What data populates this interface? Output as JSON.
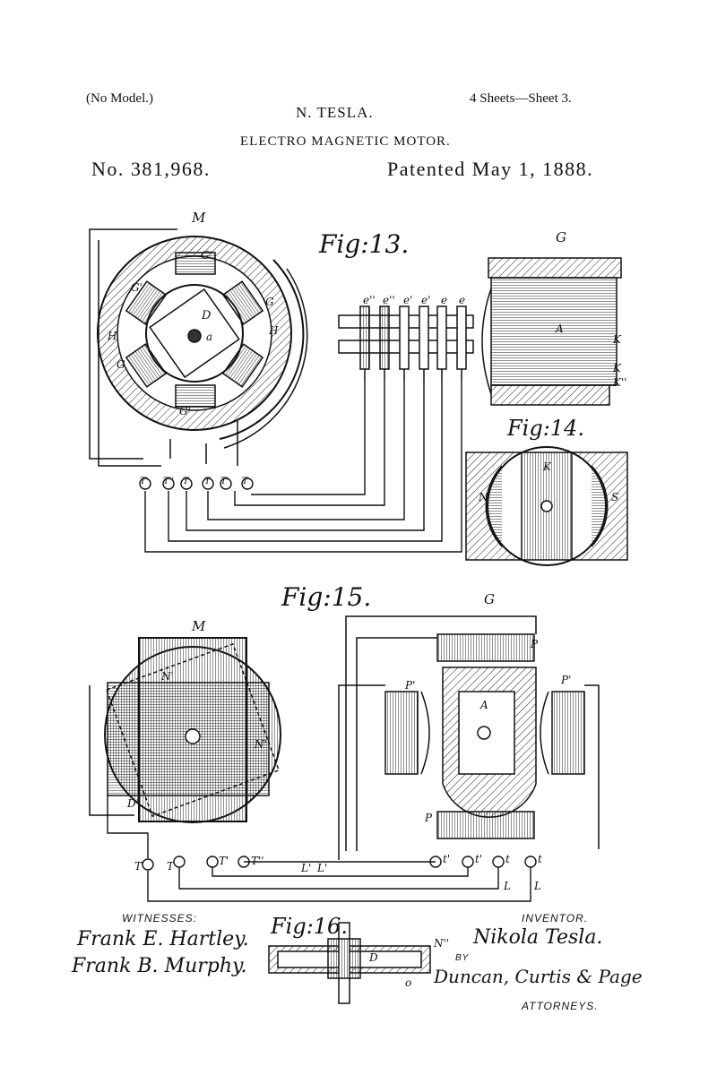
{
  "header": {
    "no_model": "(No Model.)",
    "sheets": "4 Sheets—Sheet 3.",
    "inventor_name": "N. TESLA.",
    "title": "ELECTRO MAGNETIC MOTOR.",
    "patent_no": "No. 381,968.",
    "patented": "Patented May 1, 1888."
  },
  "figures": {
    "fig13": "Fig:13.",
    "fig14": "Fig:14.",
    "fig15": "Fig:15.",
    "fig16": "Fig:16."
  },
  "labels": {
    "M": "M",
    "G": "G",
    "D": "D",
    "a": "a",
    "A": "A",
    "K": "K",
    "K2": "K",
    "K3": "K''",
    "G1": "G'",
    "G2": "G",
    "H": "H",
    "e": "e",
    "e1": "e'",
    "e2": "e''",
    "N": "N",
    "S": "S",
    "N1": "N'",
    "N2": "N''",
    "D1": "D'",
    "P": "P",
    "P1": "P'",
    "T": "T",
    "T1": "T'",
    "T2": "T''",
    "t": "t",
    "t1": "t'",
    "L": "L",
    "L1": "L'",
    "o": "o"
  },
  "footer": {
    "witnesses_caption": "WITNESSES:",
    "witness_1": "Frank E. Hartley.",
    "witness_2": "Frank B. Murphy.",
    "inventor_caption": "INVENTOR.",
    "inventor_signature": "Nikola Tesla.",
    "by": "BY",
    "attorneys_signature": "Duncan, Curtis & Page",
    "attorneys_caption": "ATTORNEYS."
  }
}
